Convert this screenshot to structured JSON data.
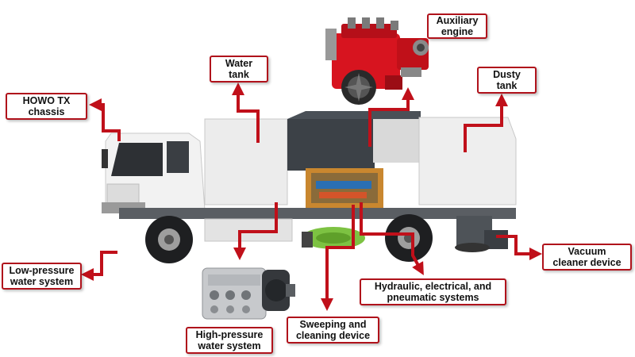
{
  "colors": {
    "arrow": "#c0101a",
    "label_border": "#b0121b",
    "truck_body": "#e9e9e9",
    "cab": "#f2f2f2",
    "dark_panel": "#3c4147",
    "engine_red": "#d7141f",
    "brush_green": "#7dc242"
  },
  "components": {
    "auxiliary_engine": {
      "line1": "Auxiliary",
      "line2": "engine"
    },
    "water_tank": {
      "line1": "Water",
      "line2": "tank"
    },
    "dusty_tank": {
      "line1": "Dusty",
      "line2": "tank"
    },
    "chassis": {
      "line1": "HOWO TX",
      "line2": "chassis"
    },
    "low_pressure": {
      "line1": "Low-pressure",
      "line2": "water system"
    },
    "hydraulic": {
      "line1": "Hydraulic, electrical, and",
      "line2": "pneumatic systems"
    },
    "vacuum": {
      "line1": "Vacuum",
      "line2": "cleaner device"
    },
    "sweeping": {
      "line1": "Sweeping and",
      "line2": "cleaning device"
    },
    "high_pressure": {
      "line1": "High-pressure",
      "line2": "water system"
    }
  },
  "icons": [
    "engine-image",
    "sweeper-truck-image",
    "water-pump-image"
  ]
}
